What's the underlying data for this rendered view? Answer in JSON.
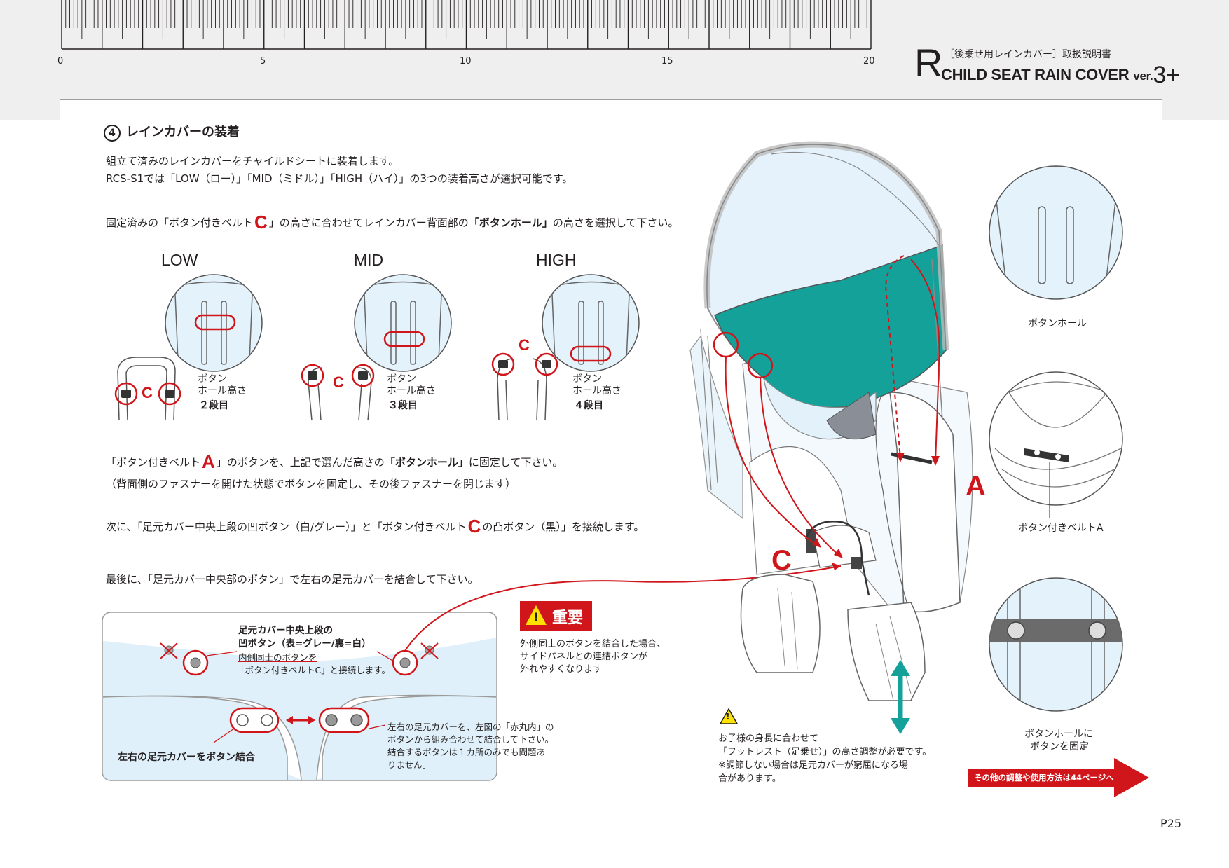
{
  "header": {
    "r_letter": "R",
    "subtitle": "［後乗せ用レインカバー］取扱説明書",
    "title": "CHILD SEAT RAIN COVER",
    "ver_label": "ver.",
    "ver_number": "3+"
  },
  "ruler": {
    "labels": [
      "0",
      "5",
      "10",
      "15",
      "20"
    ]
  },
  "section": {
    "number": "4",
    "title": "レインカバーの装着",
    "intro_1": "組立て済みのレインカバーをチャイルドシートに装着します。",
    "intro_2": "RCS-S1では「LOW（ロー）」「MID（ミドル）」「HIGH（ハイ）」の3つの装着高さが選択可能です。",
    "step1_pre": "固定済みの「ボタン付きベルト",
    "step1_letter": "C",
    "step1_mid": "」の高さに合わせてレインカバー背面部の",
    "step1_bold": "「ボタンホール」",
    "step1_post": "の高さを選択して下さい。",
    "step2_pre": "「ボタン付きベルト",
    "step2_letter": "A",
    "step2_mid": "」のボタンを、上記で選んだ高さの",
    "step2_bold": "「ボタンホール」",
    "step2_post": "に固定して下さい。",
    "step2_note": "（背面側のファスナーを開けた状態でボタンを固定し、その後ファスナーを閉じます）",
    "step3_pre": "次に、「足元カバー中央上段の凹ボタン（白/グレー）」と「ボタン付きベルト",
    "step3_letter": "C",
    "step3_post": "の凸ボタン（黒）」を接続します。",
    "step4": "最後に、「足元カバー中央部のボタン」で左右の足元カバーを結合して下さい。"
  },
  "heights": [
    {
      "label": "LOW",
      "hole_1": "ボタン",
      "hole_2": "ホール高さ",
      "level": "２段目",
      "belt_letter": "C"
    },
    {
      "label": "MID",
      "hole_1": "ボタン",
      "hole_2": "ホール高さ",
      "level": "３段目",
      "belt_letter": "C"
    },
    {
      "label": "HIGH",
      "hole_1": "ボタン",
      "hole_2": "ホール高さ",
      "level": "４段目",
      "belt_letter": "C"
    }
  ],
  "foot_panel": {
    "title_1": "足元カバー中央上段の",
    "title_2": "凹ボタン（表=グレー/裏=白）",
    "note_1": "内側同士のボタンを",
    "note_2": "「ボタン付きベルトC」と接続します。",
    "join_label": "左右の足元カバーをボタン結合",
    "join_note_1": "左右の足元カバーを、左図の「赤丸内」の",
    "join_note_2": "ボタンから組み合わせて結合して下さい。",
    "join_note_3": "結合するボタンは１カ所のみでも問題あ",
    "join_note_4": "りません。"
  },
  "important": {
    "badge": "重要",
    "mark": "!",
    "line_1": "外側同士のボタンを結合した場合、",
    "line_2": "サイドパネルとの連結ボタンが",
    "line_3": "外れやすくなります"
  },
  "footrest_note": {
    "mark": "!",
    "line_1": "お子様の身長に合わせて",
    "line_2": "「フットレスト（足乗せ）」の高さ調整が必要です。",
    "line_3": "※調節しない場合は足元カバーが窮屈になる場",
    "line_4": "合があります。"
  },
  "callouts": {
    "a": "A",
    "c": "C"
  },
  "side_captions": {
    "button_hole": "ボタンホール",
    "belt_a": "ボタン付きベルトA",
    "fixed_1": "ボタンホールに",
    "fixed_2": "ボタンを固定"
  },
  "next_page": "その他の調整や使用方法は44ページへ",
  "page_number": "P25",
  "colors": {
    "accent_red": "#d0161b",
    "teal": "#14a19a",
    "light_blue": "#dff0fa",
    "gray_band": "#efefef"
  }
}
